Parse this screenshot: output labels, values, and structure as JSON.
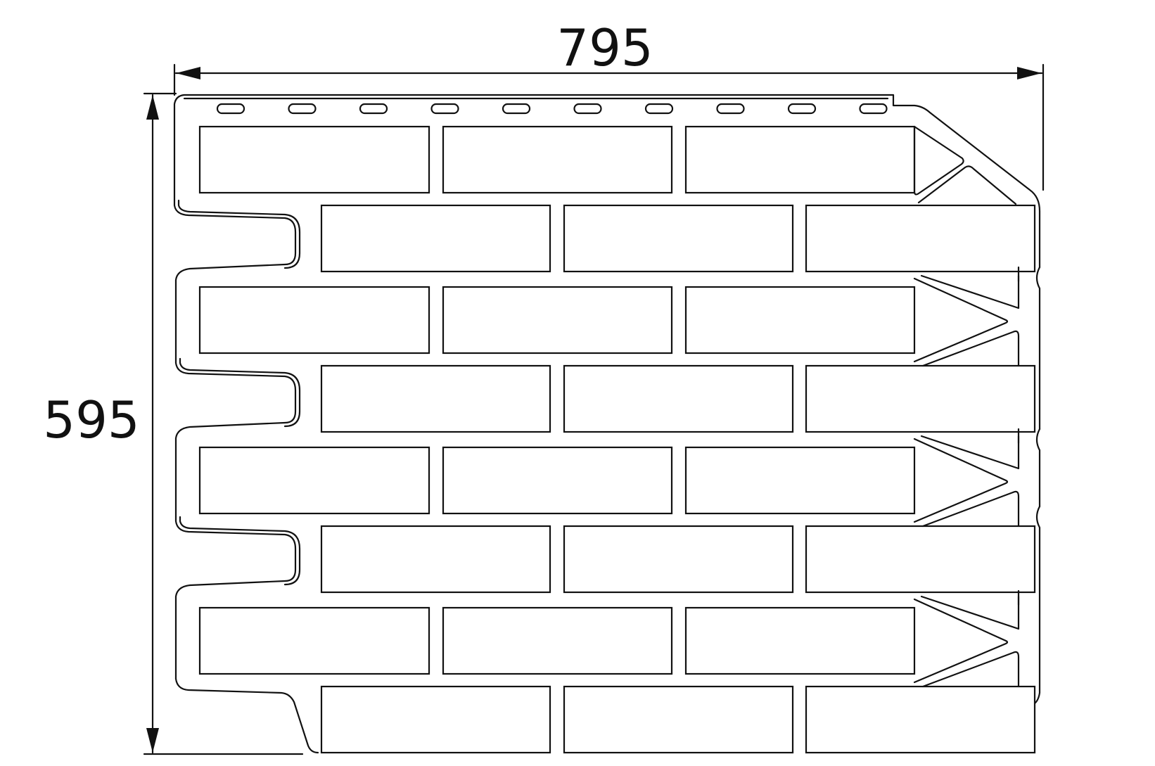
{
  "diagram": {
    "width_label": "795",
    "height_label": "595",
    "line_color": "#111111",
    "background": "#ffffff",
    "brick_rows": 8,
    "bricks_per_row": 3,
    "mounting_slots": 10
  }
}
